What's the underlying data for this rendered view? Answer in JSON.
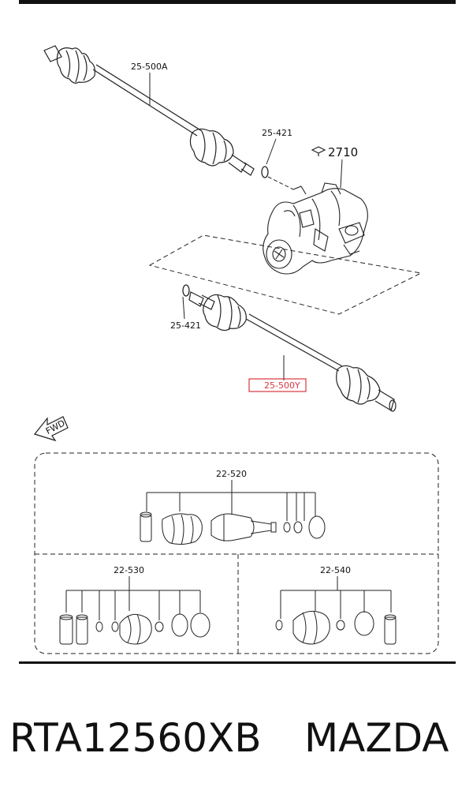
{
  "labels": {
    "shaft_a": "25-500A",
    "clip_top": "25-421",
    "diff": "2710",
    "clip_bottom": "25-421",
    "shaft_y": "25-500Y",
    "fwd": "FWD",
    "kit_520": "22-520",
    "kit_530": "22-530",
    "kit_540": "22-540"
  },
  "footer": {
    "part_number": "RTA12560XB",
    "brand": "MAZDA"
  },
  "colors": {
    "highlight": "#d9363e",
    "line": "#222222"
  }
}
